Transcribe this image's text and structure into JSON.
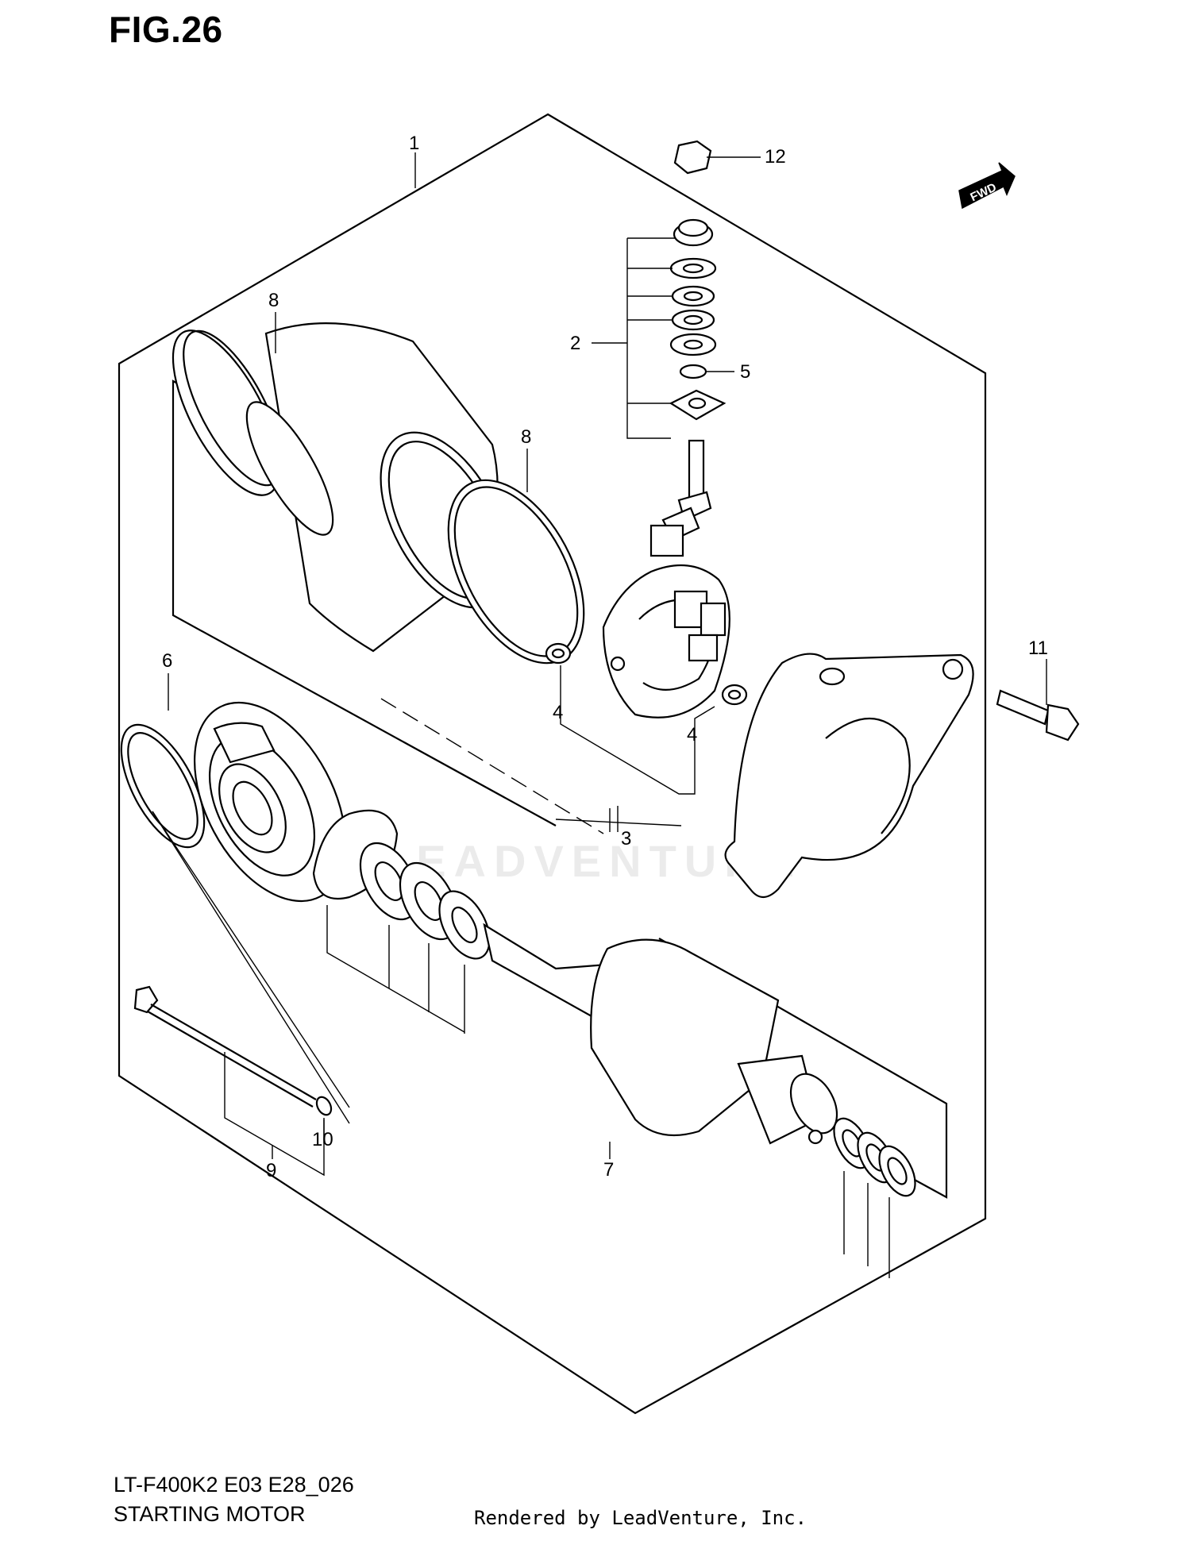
{
  "figure": {
    "title": "FIG.26"
  },
  "footer": {
    "model_code": "LT-F400K2 E03 E28_026",
    "section_name": "STARTING MOTOR",
    "credit": "Rendered by LeadVenture, Inc."
  },
  "watermark": "LEADVENTURE",
  "fwd_label": "FWD",
  "callouts": {
    "c1": "1",
    "c2": "2",
    "c3": "3",
    "c4a": "4",
    "c4b": "4",
    "c5": "5",
    "c6": "6",
    "c7": "7",
    "c8a": "8",
    "c8b": "8",
    "c9": "9",
    "c10": "10",
    "c11": "11",
    "c12": "12"
  }
}
